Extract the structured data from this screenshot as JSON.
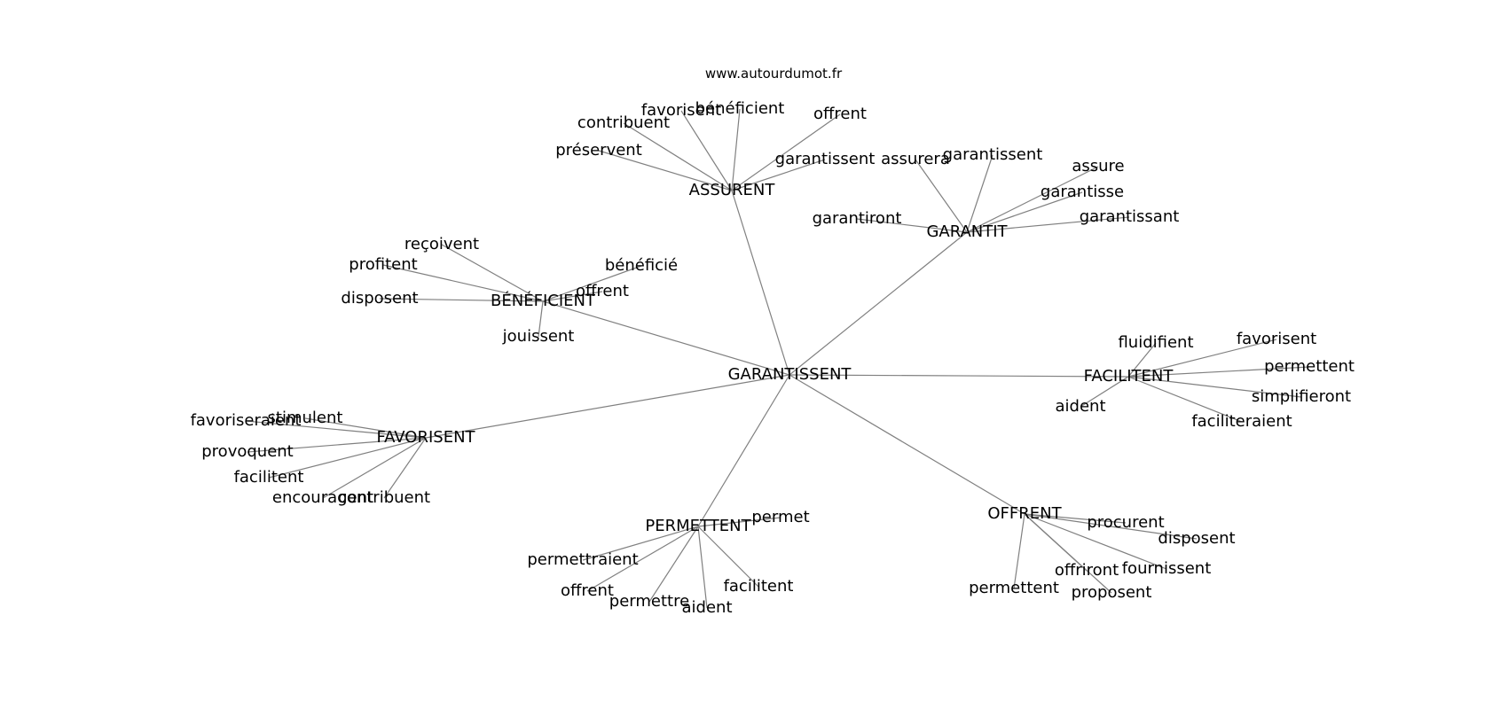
{
  "website": "www.autourdumot.fr",
  "center": "GARANTISSENT",
  "groups": [
    {
      "label": "ASSURENT",
      "children": [
        "favorisent",
        "bénéficient",
        "offrent",
        "contribuent",
        "préservent",
        "garantissent"
      ]
    },
    {
      "label": "GARANTIT",
      "children": [
        "assurera",
        "garantissent",
        "assure",
        "garantisse",
        "garantissant",
        "garantiront"
      ]
    },
    {
      "label": "BÉNÉFICIENT",
      "children": [
        "reçoivent",
        "profitent",
        "disposent",
        "jouissent",
        "bénéficié",
        "offrent"
      ]
    },
    {
      "label": "FACILITENT",
      "children": [
        "fluidifient",
        "favorisent",
        "permettent",
        "simplifieront",
        "faciliteraient",
        "aident"
      ]
    },
    {
      "label": "FAVORISENT",
      "children": [
        "stimulent",
        "favoriseraient",
        "provoquent",
        "facilitent",
        "encouragent",
        "contribuent"
      ]
    },
    {
      "label": "PERMETTENT",
      "children": [
        "permet",
        "permettraient",
        "offrent",
        "permettre",
        "aident",
        "facilitent"
      ]
    },
    {
      "label": "OFFRENT",
      "children": [
        "procurent",
        "disposent",
        "fournissent",
        "offriront",
        "proposent",
        "permettent"
      ]
    }
  ]
}
